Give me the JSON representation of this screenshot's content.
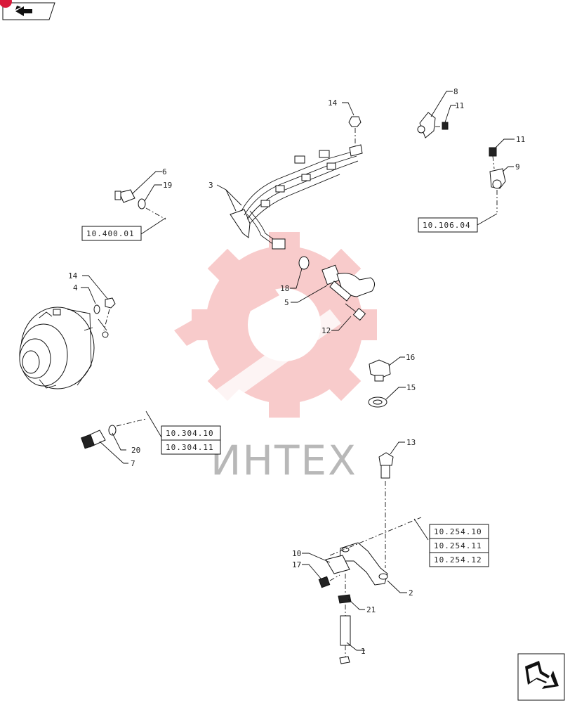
{
  "watermark": {
    "text": "ИНТЕХ",
    "color": "#f08a8a"
  },
  "callouts": {
    "c1": "1",
    "c2": "2",
    "c3": "3",
    "c4": "4",
    "c5": "5",
    "c6": "6",
    "c7": "7",
    "c8": "8",
    "c9": "9",
    "c10": "10",
    "c11a": "11",
    "c11b": "11",
    "c12": "12",
    "c13": "13",
    "c14a": "14",
    "c14b": "14",
    "c15": "15",
    "c16": "16",
    "c17": "17",
    "c18": "18",
    "c19": "19",
    "c20": "20",
    "c21": "21"
  },
  "refs": {
    "r1": "10.400.01",
    "r2": "10.106.04",
    "r3": "10.304.10",
    "r4": "10.304.11",
    "r5": "10.254.10",
    "r6": "10.254.11",
    "r7": "10.254.12"
  },
  "icons": {
    "top_left": "previous-page-icon",
    "bottom_right": "next-page-icon",
    "accent": "#d8193a"
  }
}
